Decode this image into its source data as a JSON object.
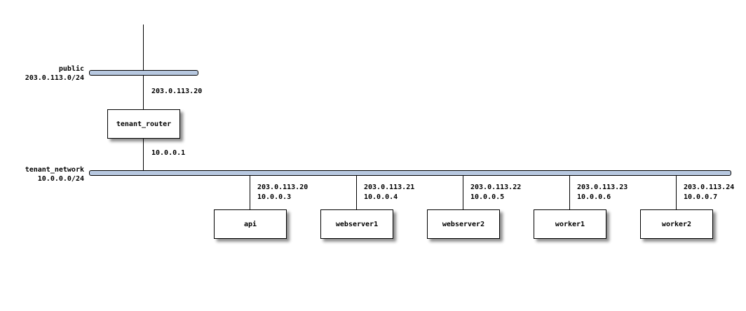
{
  "networks": [
    {
      "name": "public",
      "subnet": "203.0.113.0/24"
    },
    {
      "name": "tenant_network",
      "subnet": "10.0.0.0/24"
    }
  ],
  "router": {
    "name": "tenant_router",
    "public_ip": "203.0.113.20",
    "tenant_ip": "10.0.0.1"
  },
  "nodes": [
    {
      "name": "api",
      "public_ip": "203.0.113.20",
      "tenant_ip": "10.0.0.3"
    },
    {
      "name": "webserver1",
      "public_ip": "203.0.113.21",
      "tenant_ip": "10.0.0.4"
    },
    {
      "name": "webserver2",
      "public_ip": "203.0.113.22",
      "tenant_ip": "10.0.0.5"
    },
    {
      "name": "worker1",
      "public_ip": "203.0.113.23",
      "tenant_ip": "10.0.0.6"
    },
    {
      "name": "worker2",
      "public_ip": "203.0.113.24",
      "tenant_ip": "10.0.0.7"
    }
  ],
  "colors": {
    "network_bar": "#b7c8e0"
  }
}
